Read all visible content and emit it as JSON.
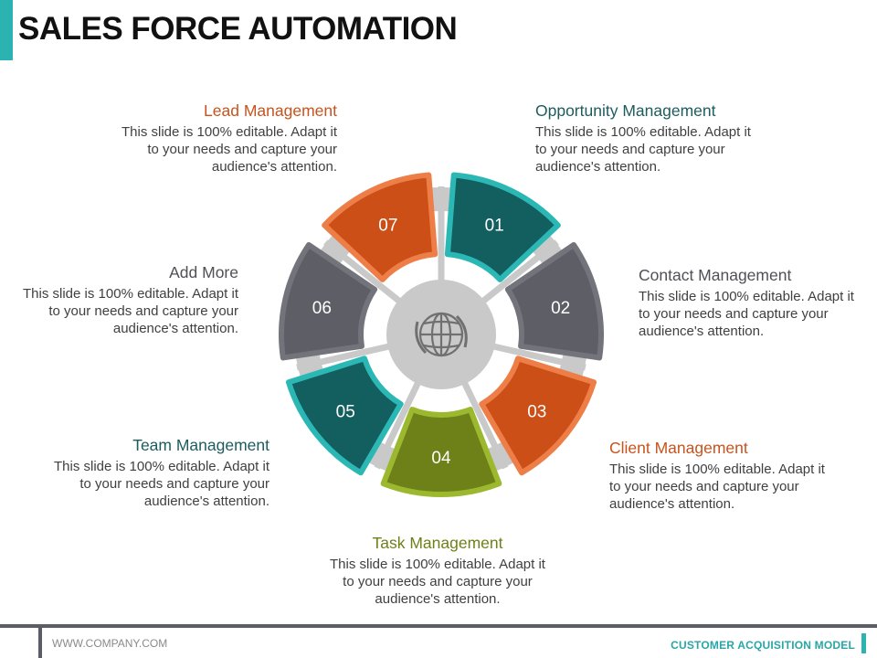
{
  "title": "SALES FORCE AUTOMATION",
  "colors": {
    "teal": "#135f60",
    "teal_outline": "#2bb8b5",
    "gray": "#5e5e66",
    "gray_outline": "#73737b",
    "orange": "#cb4f16",
    "orange_outline": "#ee7e48",
    "green": "#6e8118",
    "green_outline": "#9cb82f",
    "hub": "#c9c9c9"
  },
  "center_icon": "globe-icon",
  "segments": [
    {
      "number": "01",
      "heading": "Opportunity Management",
      "description": "This slide is 100% editable. Adapt it to your needs and capture your audience's attention.",
      "color": "#135f60"
    },
    {
      "number": "02",
      "heading": "Contact Management",
      "description": "This slide is 100% editable. Adapt it to your needs and capture your audience's attention.",
      "color": "#505057"
    },
    {
      "number": "03",
      "heading": "Client Management",
      "description": "This slide is 100% editable. Adapt it to your needs and capture your audience's attention.",
      "color": "#cb4f16"
    },
    {
      "number": "04",
      "heading": "Task Management",
      "description": "This slide is 100% editable. Adapt it to your needs and capture your audience's attention.",
      "color": "#6e8118"
    },
    {
      "number": "05",
      "heading": "Team Management",
      "description": "This slide is 100% editable. Adapt it to your needs and capture your audience's attention.",
      "color": "#135f60"
    },
    {
      "number": "06",
      "heading": "Add More",
      "description": "This slide is 100% editable. Adapt it to your needs and capture your audience's attention.",
      "color": "#505057"
    },
    {
      "number": "07",
      "heading": "Lead Management",
      "description": "This slide is 100% editable. Adapt it to your needs and capture your audience's attention.",
      "color": "#cb4f16"
    }
  ],
  "footer": {
    "website": "WWW.COMPANY.COM",
    "right_label": "CUSTOMER ACQUISITION MODEL"
  }
}
